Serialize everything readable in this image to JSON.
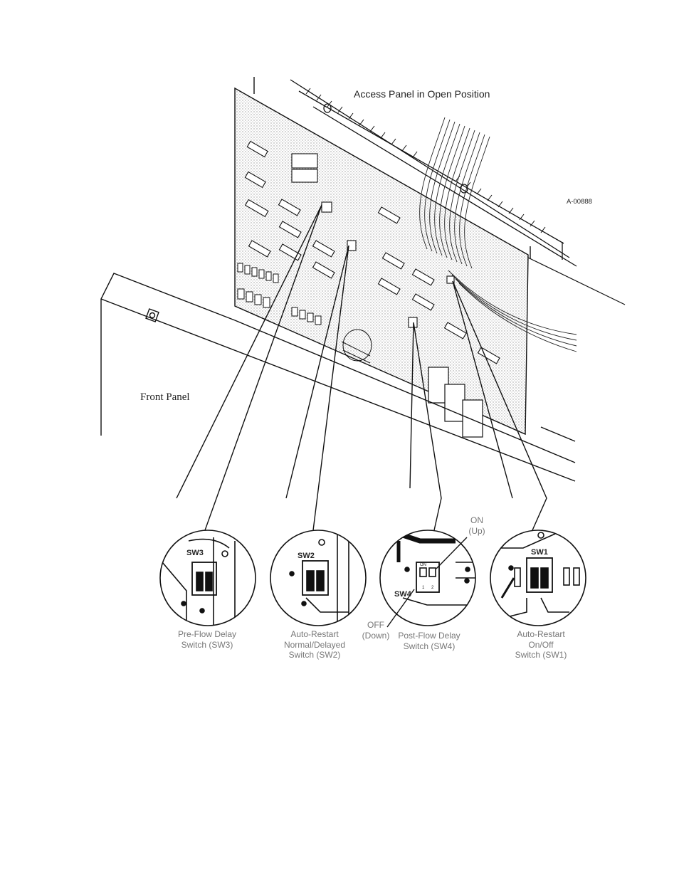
{
  "figure_id": "A-00888",
  "panel_labels": {
    "access_panel": "Access Panel in Open Position",
    "front_panel": "Front Panel"
  },
  "position_labels": {
    "on": [
      "ON",
      "(Up)"
    ],
    "off": [
      "OFF",
      "(Down)"
    ]
  },
  "switches": [
    {
      "board_label": "SW3",
      "caption": [
        "Pre-Flow Delay",
        "Switch (SW3)"
      ]
    },
    {
      "board_label": "SW2",
      "caption": [
        "Auto-Restart",
        "Normal/Delayed",
        "Switch (SW2)"
      ]
    },
    {
      "board_label": "SW4",
      "caption": [
        "Post-Flow Delay",
        "Switch (SW4)"
      ]
    },
    {
      "board_label": "SW1",
      "caption": [
        "Auto-Restart",
        "On/Off",
        "Switch (SW1)"
      ]
    }
  ],
  "dip_marks": {
    "on": "ON",
    "positions": [
      "1",
      "2"
    ]
  },
  "colors": {
    "line": "#111111",
    "label": "#777777",
    "stipple": "#bdbdbd"
  }
}
